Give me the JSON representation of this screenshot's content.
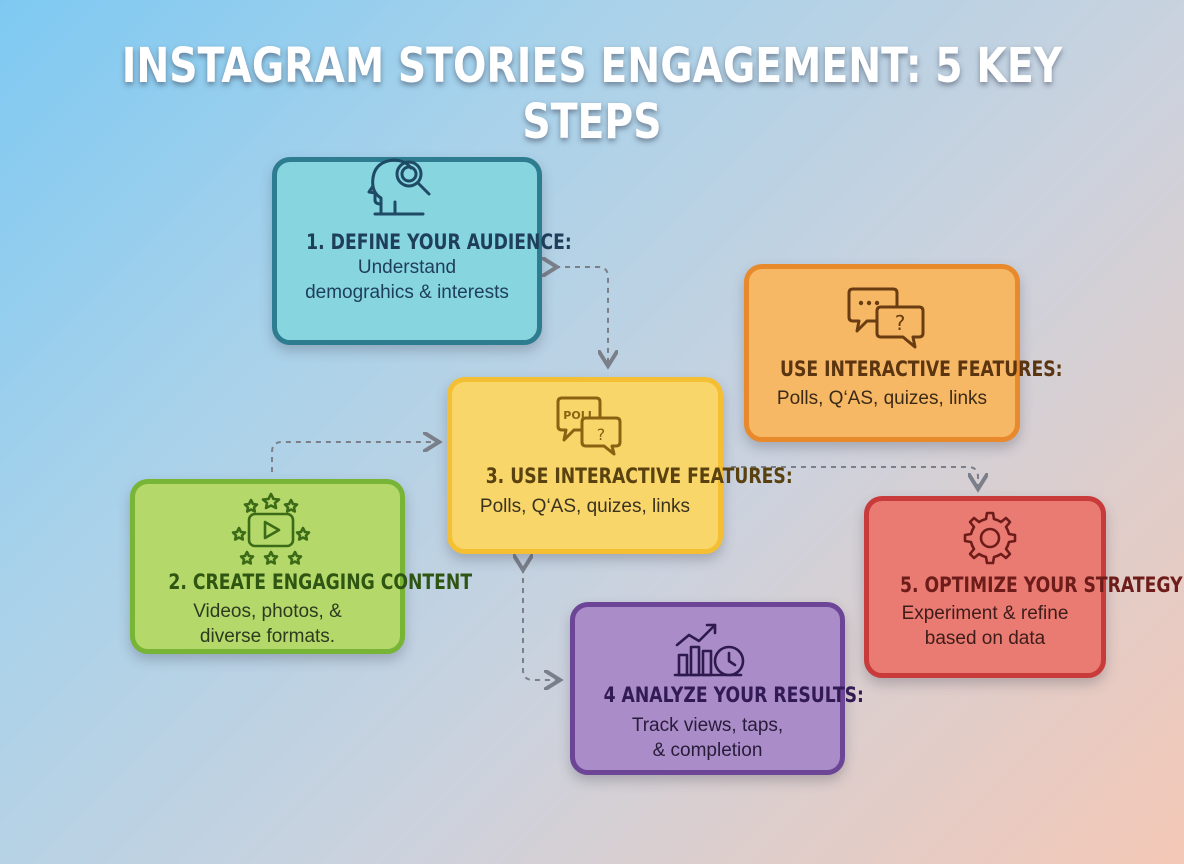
{
  "title": "INSTAGRAM STORIES ENGAGEMENT: 5 KEY STEPS",
  "steps": {
    "define": {
      "heading": "1. DEFINE YOUR AUDIENCE:",
      "line1": "Understand",
      "line2": "demograhics & interests",
      "icon": "head-magnifier-icon"
    },
    "interactive_top": {
      "heading": "USE INTERACTIVE FEATURES:",
      "line1": "Polls, Q‘AS, quizes, links",
      "icon": "chat-question-icon"
    },
    "interactive": {
      "heading": "3. USE INTERACTIVE FEATURES:",
      "line1": "Polls, Q‘AS, quizes, links",
      "poll_label": "POLL",
      "icon": "poll-chat-icon"
    },
    "create": {
      "heading": "2. CREATE ENGAGING CONTENT",
      "line1": "Videos, photos, &",
      "line2": "diverse formats.",
      "icon": "video-stars-icon"
    },
    "optimize": {
      "heading": "5. OPTIMIZE YOUR STRATEGY",
      "line1": "Experiment & refine",
      "line2": "based on data",
      "icon": "gear-icon"
    },
    "analyze": {
      "heading": "4 ANALYZE YOUR RESULTS:",
      "line1": "Track views, taps,",
      "line2": "& completion",
      "icon": "chart-clock-icon"
    }
  },
  "colors": {
    "define": "#2e7c8f",
    "interactive_top": "#e88a2b",
    "interactive": "#f5bf33",
    "create": "#78b536",
    "optimize": "#c83b3a",
    "analyze": "#6c4597",
    "connector": "#7a7f8a"
  }
}
